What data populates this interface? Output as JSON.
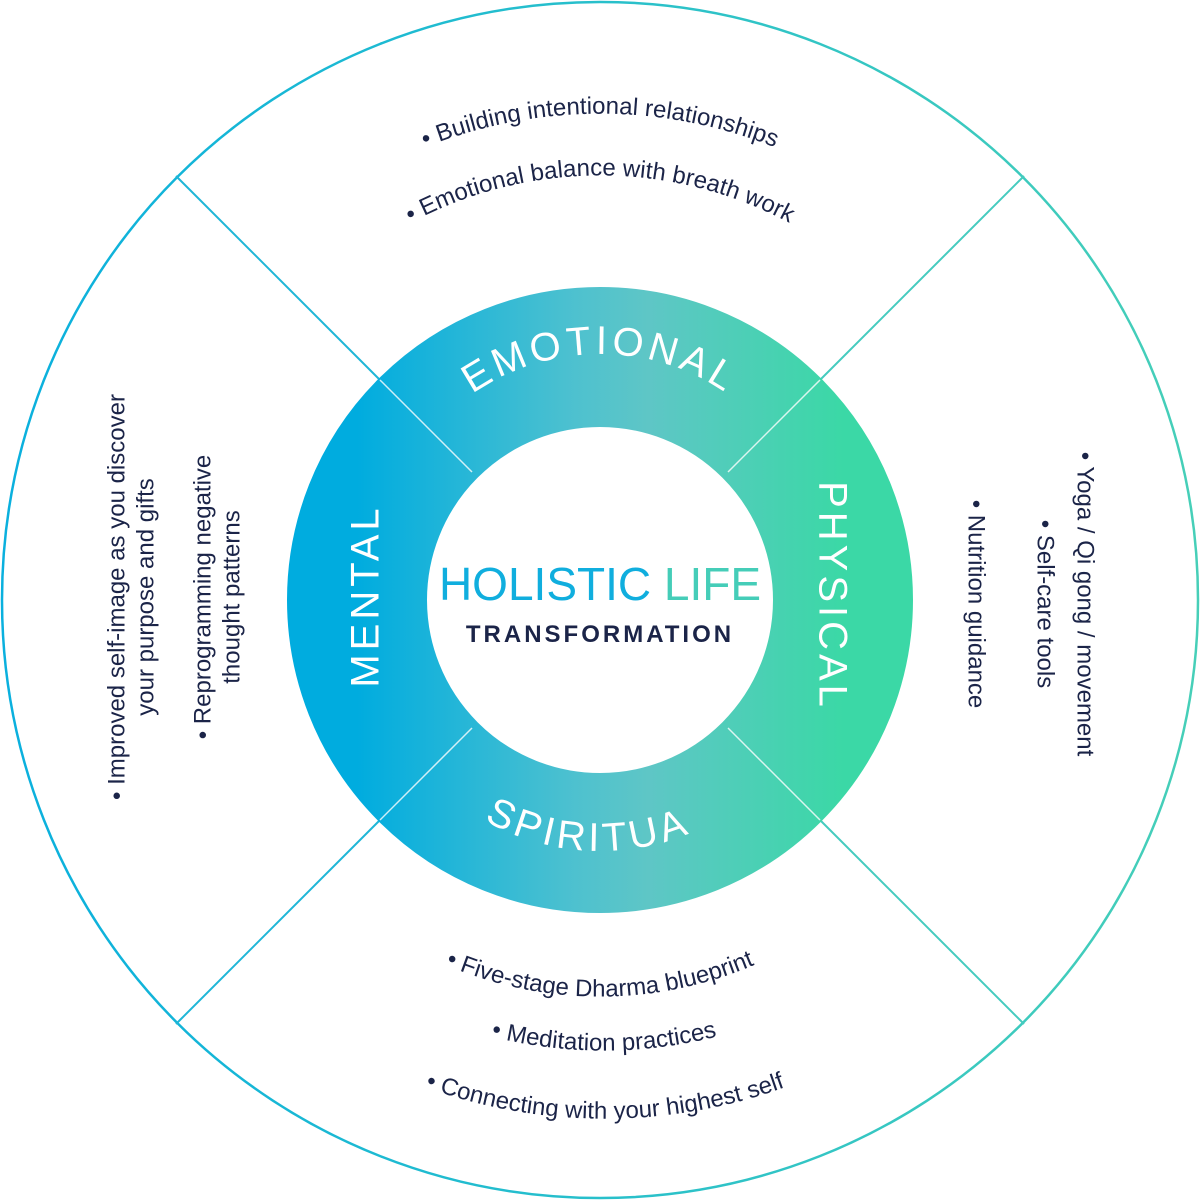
{
  "center": {
    "title_part1": "HOLISTIC",
    "title_part2": "LIFE",
    "subtitle": "TRANSFORMATION"
  },
  "segments": {
    "emotional": "EMOTIONAL",
    "physical": "PHYSICAL",
    "spiritual": "SPIRITUAL",
    "mental": "MENTAL"
  },
  "bullets": {
    "emotional": [
      "• Building intentional relationships",
      "• Emotional balance with breath work"
    ],
    "physical": [
      "• Yoga / Qi gong / movement",
      "• Self-care tools",
      "• Nutrition guidance"
    ],
    "spiritual": [
      "• Five-stage Dharma blueprint",
      "• Meditation practices",
      "• Connecting with your highest self"
    ],
    "mental": [
      "• Improved self-image as you discover",
      "your purpose and gifts",
      "• Reprogramming negative",
      "thought patterns"
    ]
  },
  "colors": {
    "blue": "#00aedf",
    "teal": "#4fc1cf",
    "green": "#3ed7a8",
    "navy": "#1b2448"
  }
}
